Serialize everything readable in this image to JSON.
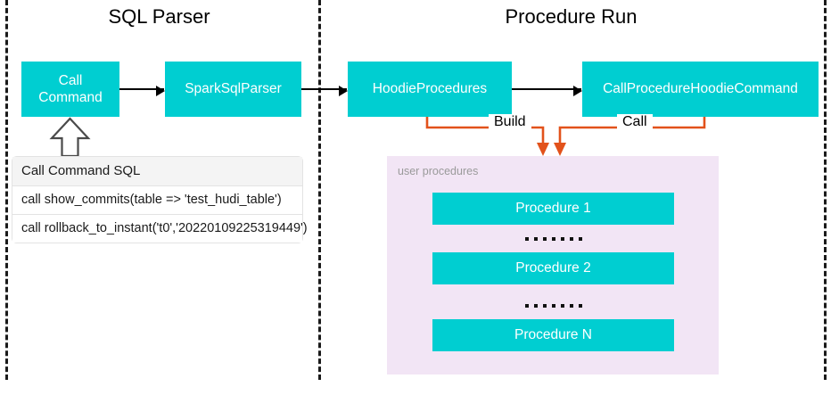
{
  "sections": [
    {
      "id": "sql-parser",
      "title": "SQL Parser"
    },
    {
      "id": "procedure-run",
      "title": "Procedure Run"
    }
  ],
  "nodes": {
    "call_command": "Call\nCommand",
    "spark_sql_parser": "SparkSqlParser",
    "hoodie_procedures": "HoodieProcedures",
    "call_procedure_hoodie_command": "CallProcedureHoodieCommand"
  },
  "edge_labels": {
    "build": "Build",
    "call": "Call"
  },
  "sql_table": {
    "header": "Call Command SQL",
    "rows": [
      "call show_commits(table => 'test_hudi_table')",
      "call rollback_to_instant('t0','20220109225319449')"
    ]
  },
  "user_panel": {
    "label": "user procedures",
    "procedures": [
      "Procedure 1",
      "Procedure 2",
      "Procedure N"
    ],
    "ellipsis_dot_count": 7
  },
  "colors": {
    "node_teal": "#00CED1",
    "panel_lavender": "#F2E5F5",
    "connector_orange": "#E2521B",
    "arrow_black": "#000000",
    "separator_black": "#1a1a1a",
    "panel_label_gray": "#9a9a9a"
  }
}
